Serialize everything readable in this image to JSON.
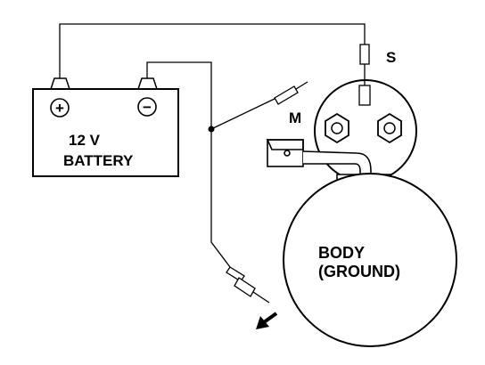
{
  "battery": {
    "positive_symbol": "+",
    "negative_symbol": "−",
    "voltage": "12 V",
    "name": "BATTERY"
  },
  "solenoid": {
    "terminal_s": "S",
    "terminal_m": "M"
  },
  "body": {
    "line1": "BODY",
    "line2": "(GROUND)"
  },
  "colors": {
    "ink": "#000000",
    "paper": "#ffffff"
  }
}
